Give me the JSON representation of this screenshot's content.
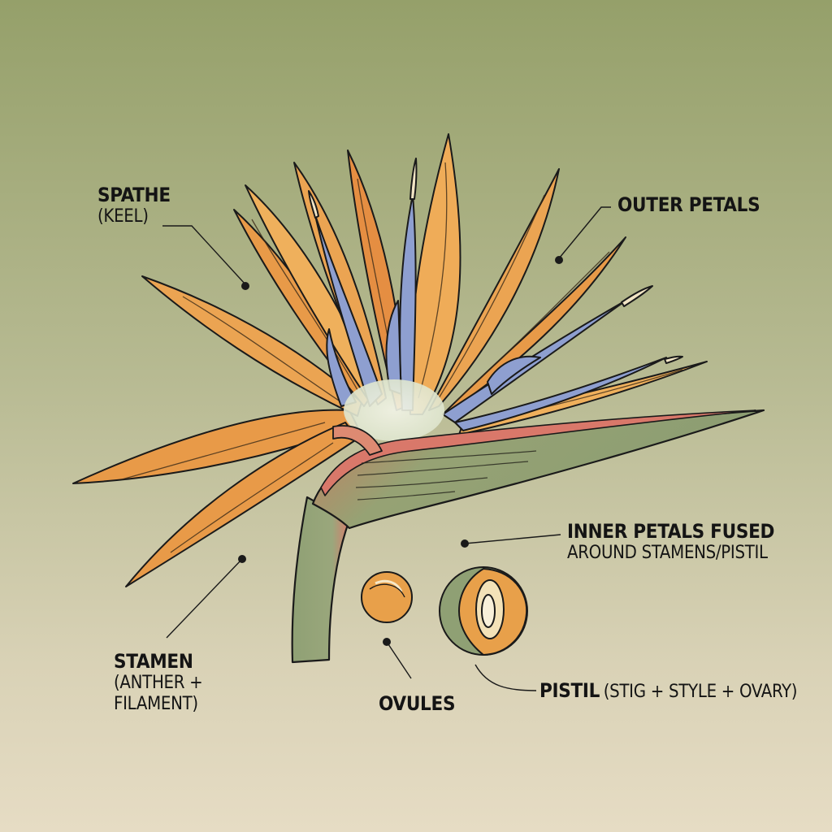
{
  "labels": {
    "spathe": {
      "title": "SPATHE",
      "sub": "(KEEL)"
    },
    "outer_petals": {
      "title": "OUTER PETALS"
    },
    "inner_petals": {
      "title": "INNER PETALS FUSED",
      "sub": "AROUND STAMENS/PISTIL"
    },
    "stamen": {
      "title": "STAMEN",
      "sub1": "(ANTHER +",
      "sub2": "FILAMENT)"
    },
    "ovules": {
      "title": "OVULES"
    },
    "pistil": {
      "title": "PISTIL",
      "sub": "(STIG + STYLE + OVARY)"
    }
  },
  "colors": {
    "sepal": "#e89a48",
    "sepal_light": "#efb05c",
    "inner_petal": "#8e9fd0",
    "spathe": "#8fa074",
    "spathe_edge": "#d9786a",
    "outline": "#1a1a1a"
  }
}
